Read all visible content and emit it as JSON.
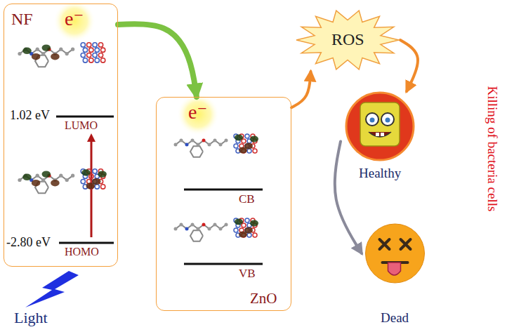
{
  "diagram": {
    "nodes": [
      {
        "text": [
          "NF"
        ]
      },
      {
        "text": [
          "ZnO"
        ]
      },
      {
        "text": [
          "ROS"
        ]
      },
      {
        "text": [
          "Healthy"
        ]
      },
      {
        "text": [
          "Dead"
        ]
      }
    ],
    "edges": [
      {
        "from": 0,
        "to": 1,
        "arrow": "to"
      },
      {
        "from": 1,
        "to": 2,
        "arrow": "to"
      },
      {
        "from": 2,
        "to": 3,
        "arrow": "to"
      },
      {
        "from": 3,
        "to": 4,
        "arrow": "to"
      }
    ],
    "labels": [
      "e⁻",
      "1.02 eV",
      "LUMO",
      "-2.80 eV",
      "HOMO",
      "e⁻",
      "CB",
      "VB",
      "Light",
      "Killing of bacteria cells"
    ]
  }
}
